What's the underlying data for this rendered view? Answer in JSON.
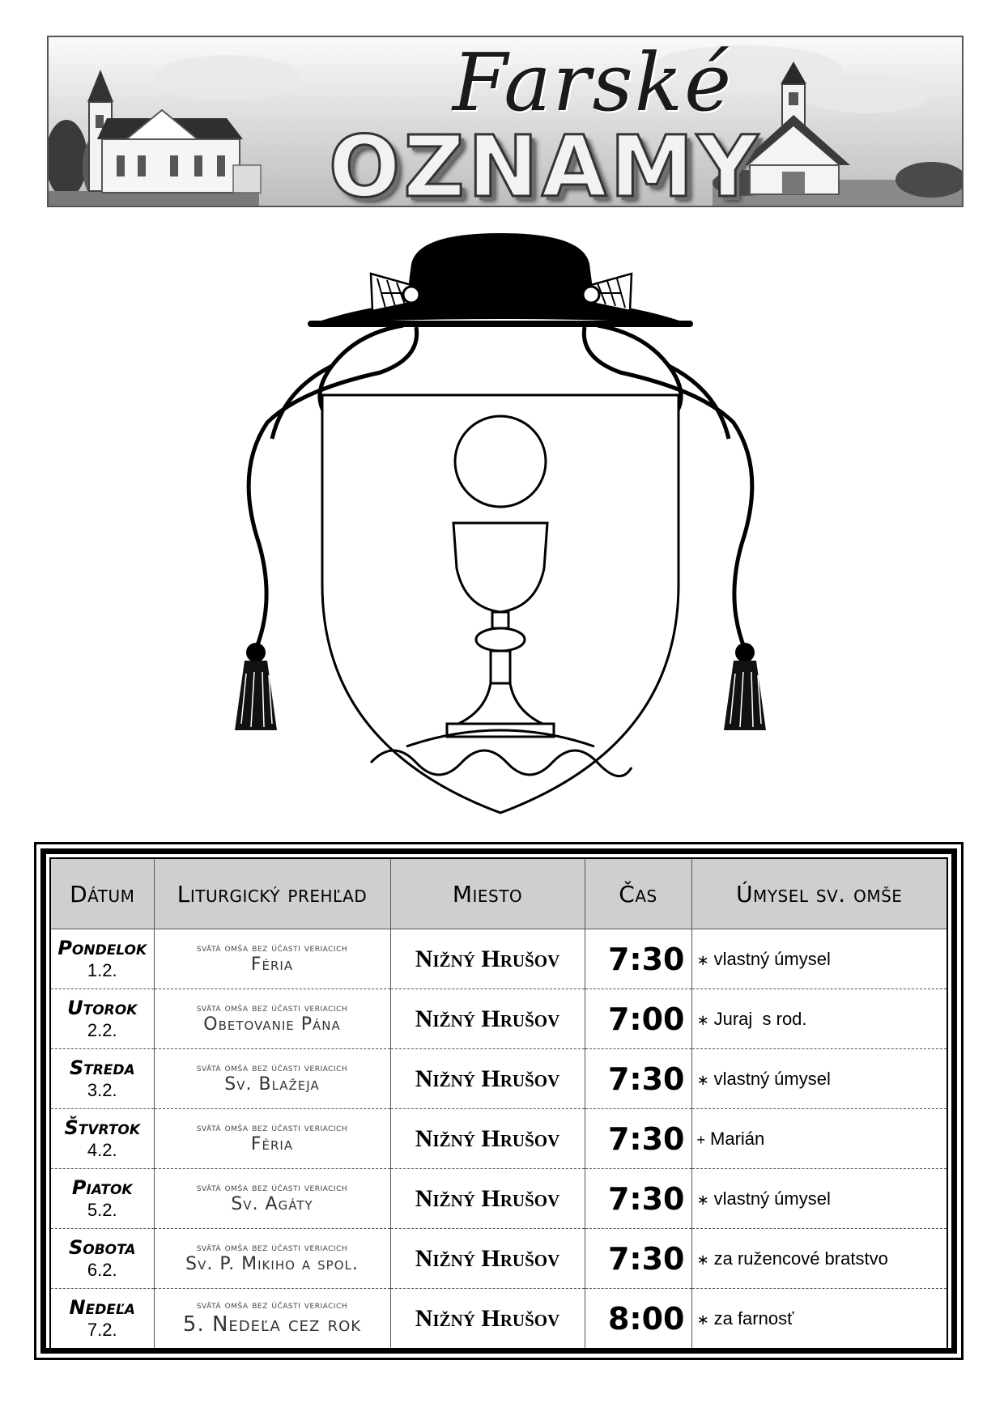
{
  "header": {
    "script": "Farské",
    "title": "OZNAMY"
  },
  "table": {
    "columns": [
      "Dátum",
      "Liturgický prehľad",
      "Miesto",
      "Čas",
      "Úmysel sv. omše"
    ],
    "rows": [
      {
        "day": "Pondelok",
        "date": "1.2.",
        "note": "svätá omša bez účasti veriacich",
        "feast": "Féria",
        "place": "Nižný Hrušov",
        "time": "7:30",
        "mark": "∗",
        "intention": "vlastný úmysel"
      },
      {
        "day": "Utorok",
        "date": "2.2.",
        "note": "svätá omša bez účasti veriacich",
        "feast": "Obetovanie Pána",
        "place": "Nižný Hrušov",
        "time": "7:00",
        "mark": "∗",
        "intention": "Juraj  s rod."
      },
      {
        "day": "Streda",
        "date": "3.2.",
        "note": "svätá omša bez účasti veriacich",
        "feast": "Sv. Blažeja",
        "place": "Nižný Hrušov",
        "time": "7:30",
        "mark": "∗",
        "intention": "vlastný úmysel"
      },
      {
        "day": "Štvrtok",
        "date": "4.2.",
        "note": "svätá omša bez účasti veriacich",
        "feast": "Féria",
        "place": "Nižný Hrušov",
        "time": "7:30",
        "mark": "+",
        "intention": "Marián"
      },
      {
        "day": "Piatok",
        "date": "5.2.",
        "note": "svätá omša bez účasti veriacich",
        "feast": "Sv. Agáty",
        "place": "Nižný Hrušov",
        "time": "7:30",
        "mark": "∗",
        "intention": "vlastný úmysel"
      },
      {
        "day": "Sobota",
        "date": "6.2.",
        "note": "svätá omša bez účasti veriacich",
        "feast": "Sv. P. Mikiho a spol.",
        "place": "Nižný Hrušov",
        "time": "7:30",
        "mark": "∗",
        "intention": "za ružencové bratstvo"
      },
      {
        "day": "Nedeľa",
        "date": "7.2.",
        "note": "svätá omša bez účasti veriacich",
        "feast": "5. Nedeľa cez rok",
        "place": "Nižný Hrušov",
        "time": "8:00",
        "mark": "∗",
        "intention": "za farnosť"
      }
    ]
  }
}
